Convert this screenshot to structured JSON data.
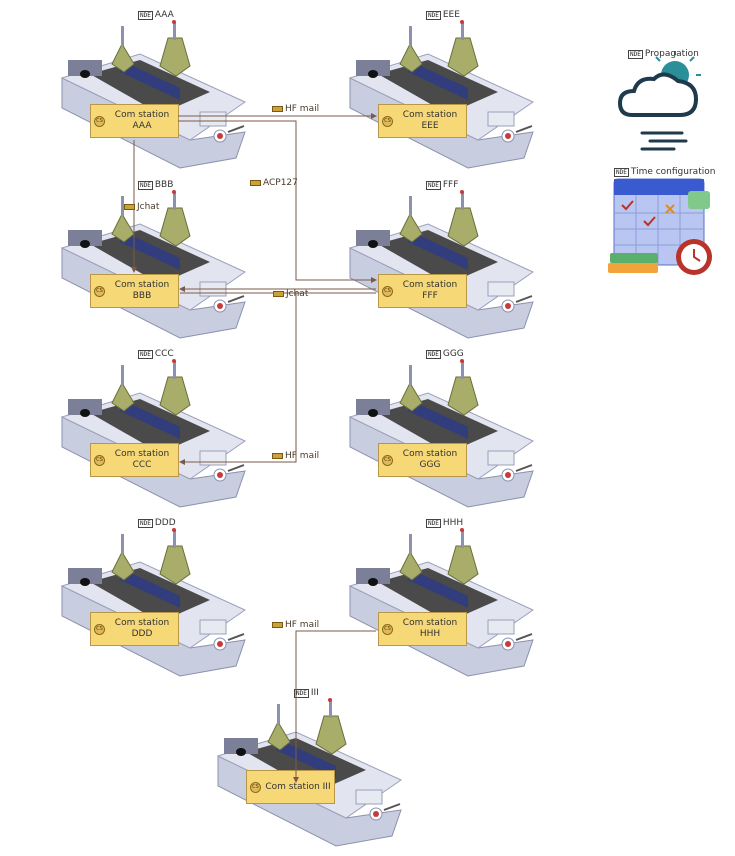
{
  "nodes": [
    {
      "id": "aaa",
      "name": "AAA",
      "station": "Com station AAA"
    },
    {
      "id": "eee",
      "name": "EEE",
      "station": "Com station EEE"
    },
    {
      "id": "bbb",
      "name": "BBB",
      "station": "Com station BBB"
    },
    {
      "id": "fff",
      "name": "FFF",
      "station": "Com station FFF"
    },
    {
      "id": "ccc",
      "name": "CCC",
      "station": "Com station CCC"
    },
    {
      "id": "ggg",
      "name": "GGG",
      "station": "Com station GGG"
    },
    {
      "id": "ddd",
      "name": "DDD",
      "station": "Com station DDD"
    },
    {
      "id": "hhh",
      "name": "HHH",
      "station": "Com station HHH"
    },
    {
      "id": "iii",
      "name": "III",
      "station": "Com station III"
    }
  ],
  "links": [
    {
      "label": "HF mail"
    },
    {
      "label": "ACP127"
    },
    {
      "label": "Jchat"
    },
    {
      "label": "Jchat"
    },
    {
      "label": "HF mail"
    },
    {
      "label": "HF mail"
    }
  ],
  "environment": {
    "propagation": "Propagation",
    "time_configuration": "Time configuration"
  },
  "colors": {
    "station_fill": "#f7d877",
    "link_line": "#7a5a4a",
    "hull": "#c9cde0",
    "deck": "#5a5a5a",
    "mast": "#a8ad6a"
  }
}
